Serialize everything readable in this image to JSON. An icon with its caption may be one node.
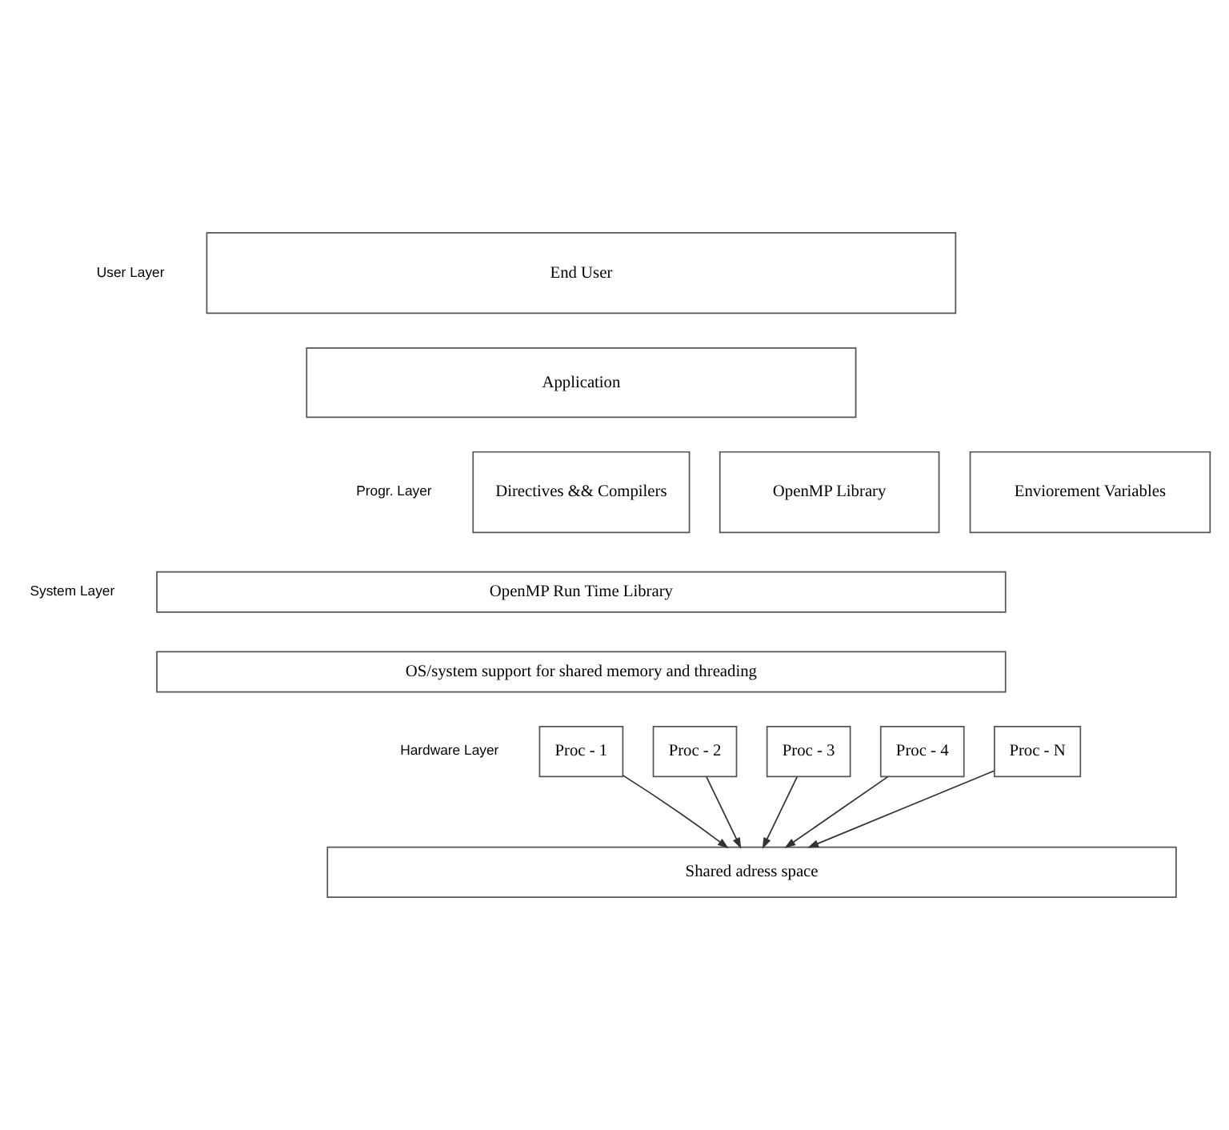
{
  "diagram": {
    "nodes": [
      {
        "text": [
          "End User"
        ]
      },
      {
        "text": [
          "Application"
        ]
      },
      {
        "text": [
          "Directives && Compilers"
        ]
      },
      {
        "text": [
          "OpenMP Library"
        ]
      },
      {
        "text": [
          "Enviorement Variables"
        ]
      },
      {
        "text": [
          "OpenMP Run Time Library"
        ]
      },
      {
        "text": [
          "OS/system support for shared memory and threading"
        ]
      },
      {
        "text": [
          "Proc - 1"
        ]
      },
      {
        "text": [
          "Proc - 2"
        ]
      },
      {
        "text": [
          "Proc - 3"
        ]
      },
      {
        "text": [
          "Proc - 4"
        ]
      },
      {
        "text": [
          "Proc - N"
        ]
      },
      {
        "text": [
          "Shared adress space"
        ]
      }
    ],
    "edges": [
      {
        "from": 7,
        "to": 12,
        "arrow": "to"
      },
      {
        "from": 8,
        "to": 12,
        "arrow": "to"
      },
      {
        "from": 9,
        "to": 12,
        "arrow": "to"
      },
      {
        "from": 10,
        "to": 12,
        "arrow": "to"
      },
      {
        "from": 11,
        "to": 12,
        "arrow": "to"
      }
    ],
    "labels": [
      "User Layer",
      "Progr. Layer",
      "System Layer",
      "Hardware Layer"
    ]
  }
}
